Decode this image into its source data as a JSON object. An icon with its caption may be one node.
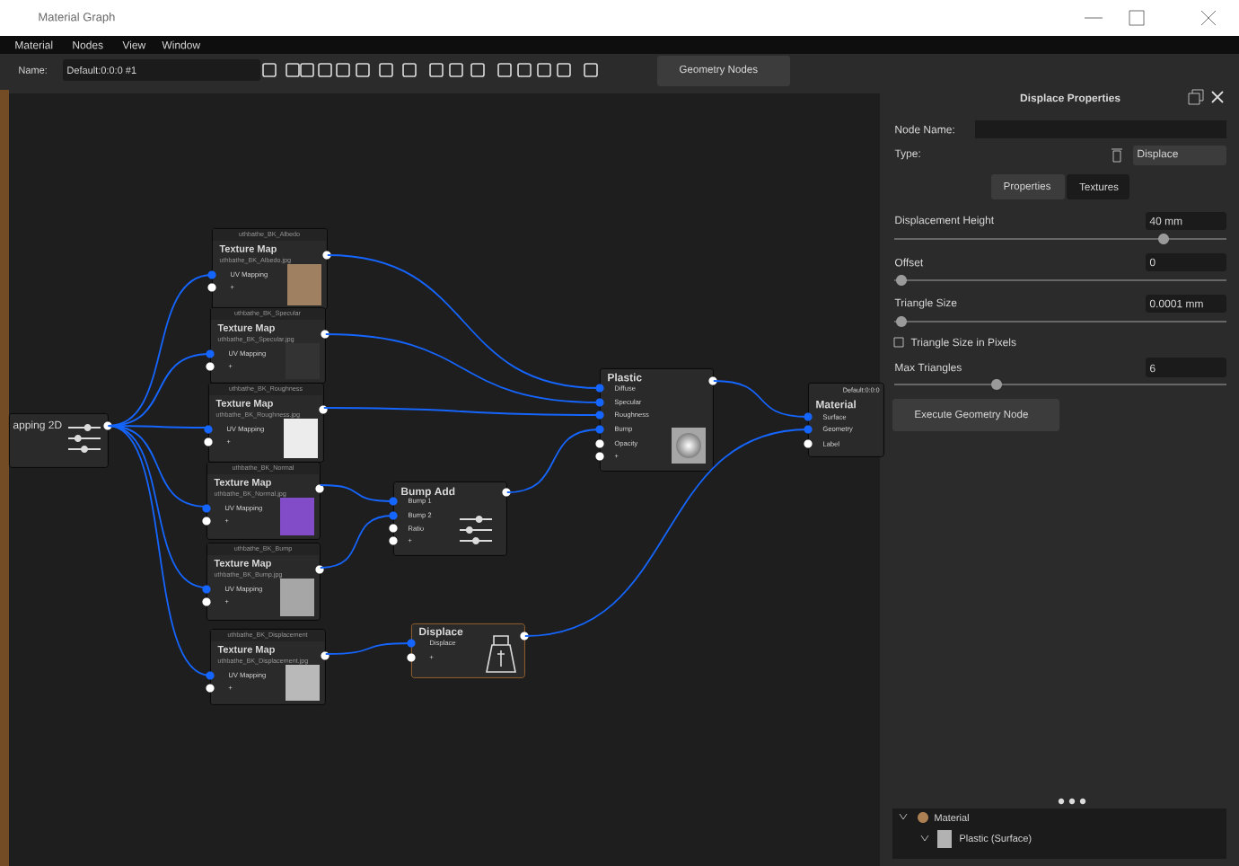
{
  "diagram": {
    "nodes": [
      {
        "text": [
          "apping 2D"
        ]
      },
      {
        "text": [
          "uthbathe_BK_Albedo",
          "Texture Map",
          "uthbathe_BK_Albedo.jpg",
          "UV Mapping",
          "+"
        ]
      },
      {
        "text": [
          "uthbathe_BK_Specular",
          "Texture Map",
          "uthbathe_BK_Specular.jpg",
          "UV Mapping",
          "+"
        ]
      },
      {
        "text": [
          "uthbathe_BK_Roughness",
          "Texture Map",
          "uthbathe_BK_Roughness.jpg",
          "UV Mapping",
          "+"
        ]
      },
      {
        "text": [
          "uthbathe_BK_Normal",
          "Texture Map",
          "uthbathe_BK_Normal.jpg",
          "UV Mapping",
          "+"
        ]
      },
      {
        "text": [
          "uthbathe_BK_Bump",
          "Texture Map",
          "uthbathe_BK_Bump.jpg",
          "UV Mapping",
          "+"
        ]
      },
      {
        "text": [
          "uthbathe_BK_Displacement",
          "Texture Map",
          "uthbathe_BK_Displacement.jpg",
          "UV Mapping",
          "+"
        ]
      },
      {
        "text": [
          "Plastic",
          "Diffuse",
          "Specular",
          "Roughness",
          "Bump",
          "Opacity",
          "+"
        ]
      },
      {
        "text": [
          "Bump Add",
          "Bump 1",
          "Bump 2",
          "Ratio",
          "+"
        ]
      },
      {
        "text": [
          "Displace",
          "Displace",
          "+"
        ]
      },
      {
        "text": [
          "Default:0:0:0",
          "Material",
          "Surface",
          "Geometry",
          "Label"
        ]
      }
    ],
    "edges": [
      {
        "from": 0,
        "to": 1,
        "arrow": "none"
      },
      {
        "from": 0,
        "to": 2,
        "arrow": "none"
      },
      {
        "from": 0,
        "to": 3,
        "arrow": "none"
      },
      {
        "from": 0,
        "to": 4,
        "arrow": "none"
      },
      {
        "from": 0,
        "to": 5,
        "arrow": "none"
      },
      {
        "from": 0,
        "to": 6,
        "arrow": "none"
      },
      {
        "from": 1,
        "to": 7,
        "arrow": "none"
      },
      {
        "from": 2,
        "to": 7,
        "arrow": "none"
      },
      {
        "from": 3,
        "to": 7,
        "arrow": "none"
      },
      {
        "from": 4,
        "to": 8,
        "arrow": "none"
      },
      {
        "from": 5,
        "to": 8,
        "arrow": "none"
      },
      {
        "from": 8,
        "to": 7,
        "arrow": "none"
      },
      {
        "from": 6,
        "to": 9,
        "arrow": "none"
      },
      {
        "from": 7,
        "to": 10,
        "arrow": "none"
      },
      {
        "from": 9,
        "to": 10,
        "arrow": "none"
      }
    ],
    "labels": [
      "Material Graph",
      "Material",
      "Nodes",
      "View",
      "Window",
      "Name:",
      "Default:0:0:0 #1",
      "Geometry Nodes",
      "Displace Properties",
      "Node Name:",
      "Type:",
      "Displace",
      "Properties",
      "Textures",
      "Displacement Height",
      "40 mm",
      "Offset",
      "0",
      "Triangle Size",
      "0.0001 mm",
      "Triangle Size in Pixels",
      "Max Triangles",
      "6",
      "Execute Geometry Node",
      "Material",
      "Plastic (Surface)"
    ]
  }
}
